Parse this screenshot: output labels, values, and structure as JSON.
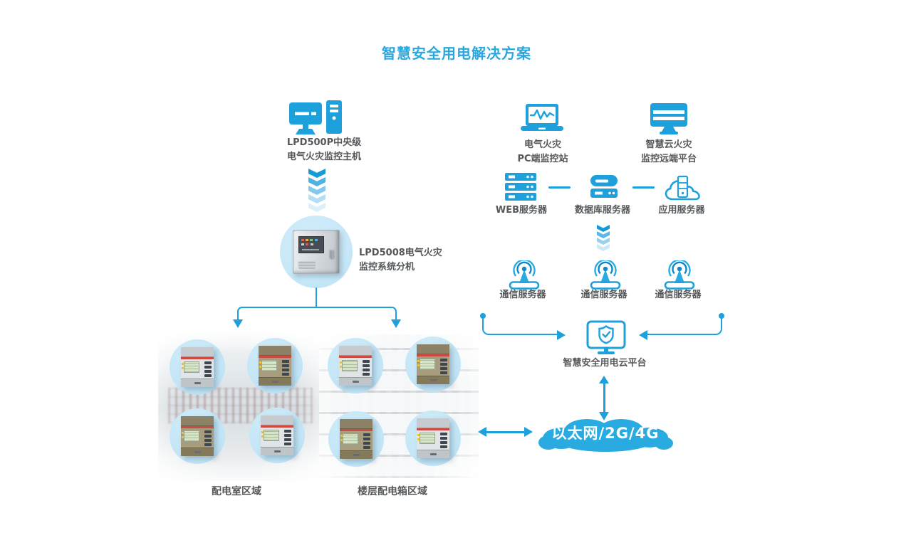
{
  "title": "智慧安全用电解决方案",
  "colors": {
    "primary_blue": "#1EA0DC",
    "title_blue": "#2BA7DF",
    "bubble_light_blue": "#C2E6F7",
    "cloud_blue": "#29ABE2",
    "label_text": "#55585B"
  },
  "central_branch": {
    "host": {
      "icon": "desktop-computer-icon",
      "label_lines": [
        "LPD500P中央级",
        "电气火灾监控主机"
      ]
    },
    "sub_panel": {
      "icon": "control-cabinet-image",
      "label_lines": [
        "LPD5008电气火灾",
        "监控系统分机"
      ]
    },
    "zones": [
      {
        "icon": "distribution-room-photo",
        "label": "配电室区域"
      },
      {
        "icon": "floor-distribution-box-photo",
        "label": "楼层配电箱区域"
      }
    ]
  },
  "cloud_branch": {
    "workstations": [
      {
        "icon": "laptop-pulse-icon",
        "label_lines": [
          "电气火灾",
          "PC端监控站"
        ]
      },
      {
        "icon": "cloud-monitor-icon",
        "label_lines": [
          "智慧云火灾",
          "监控远端平台"
        ]
      }
    ],
    "servers": [
      {
        "icon": "web-server-icon",
        "label": "WEB服务器"
      },
      {
        "icon": "database-server-icon",
        "label": "数据库服务器"
      },
      {
        "icon": "cloud-app-server-icon",
        "label": "应用服务器"
      }
    ],
    "comm_servers": [
      {
        "icon": "antenna-server-icon",
        "label": "通信服务器"
      },
      {
        "icon": "antenna-server-icon",
        "label": "通信服务器"
      },
      {
        "icon": "antenna-server-icon",
        "label": "通信服务器"
      }
    ],
    "platform": {
      "icon": "shield-monitor-icon",
      "label": "智慧安全用电云平台"
    },
    "network": {
      "icon": "network-cloud",
      "label": "以太网/2G/4G"
    }
  }
}
